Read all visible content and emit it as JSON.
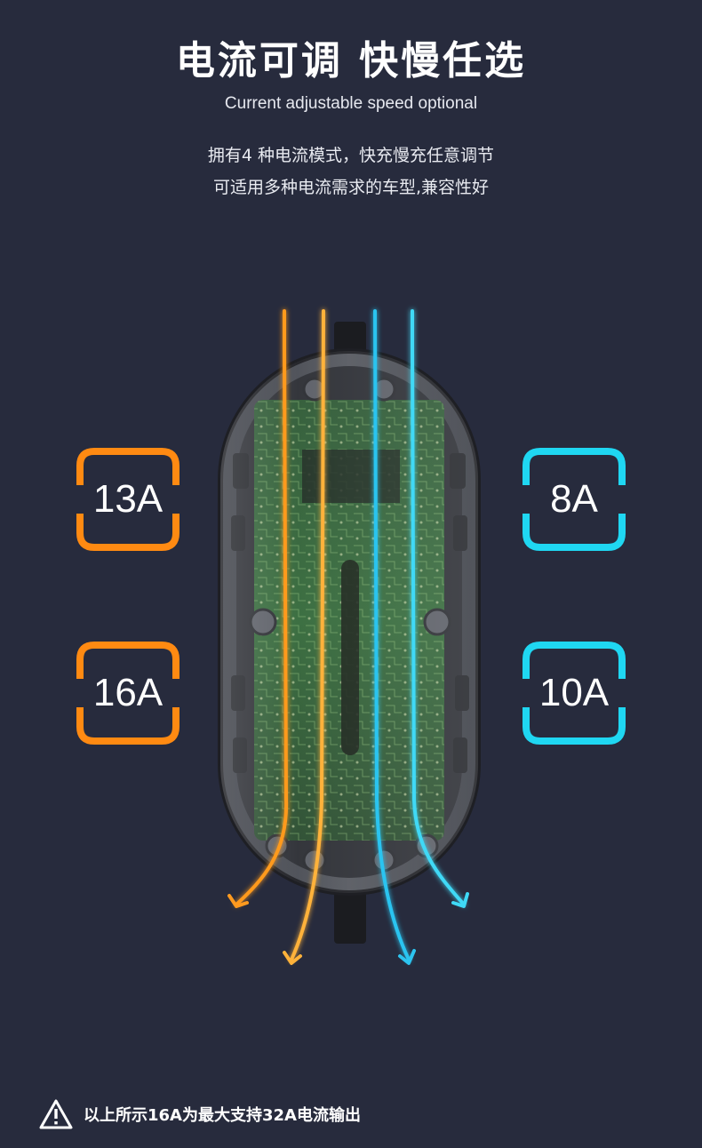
{
  "header": {
    "title": "电流可调  快慢任选",
    "subtitle": "Current adjustable speed optional",
    "description_line1": "拥有4 种电流模式，快充慢充任意调节",
    "description_line2": "可适用多种电流需求的车型,兼容性好"
  },
  "badges": {
    "left_top": "13A",
    "left_bottom": "16A",
    "right_top": "8A",
    "right_bottom": "10A"
  },
  "colors": {
    "background": "#272b3d",
    "orange": "#ff8a12",
    "cyan": "#1fd7f2"
  },
  "footnote": {
    "icon": "warning-triangle-icon",
    "text": "以上所示16A为最大支持32A电流输出"
  }
}
